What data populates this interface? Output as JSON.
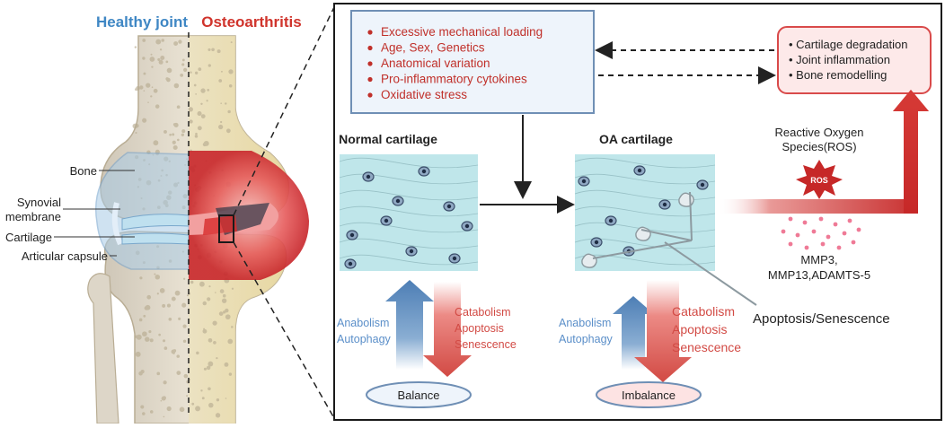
{
  "joint": {
    "healthy_label": "Healthy joint",
    "oa_label": "Osteoarthritis",
    "labels": [
      "Bone",
      "Synovial",
      "membrane",
      "Cartilage",
      "Articular capsule"
    ]
  },
  "factors": [
    "Excessive mechanical loading",
    "Age, Sex, Genetics",
    "Anatomical variation",
    "Pro-inflammatory cytokines",
    "Oxidative stress"
  ],
  "outcomes": [
    "Cartilage degradation",
    "Joint inflammation",
    "Bone remodelling"
  ],
  "normal": {
    "title": "Normal cartilage",
    "anabolic": [
      "Anabolism",
      "Autophagy"
    ],
    "catabolic": [
      "Catabolism",
      "Apoptosis",
      "Senescence"
    ],
    "state": "Balance"
  },
  "oa": {
    "title": "OA cartilage",
    "anabolic": [
      "Anabolism",
      "Autophagy"
    ],
    "catabolic": [
      "Catabolism",
      "Apoptosis",
      "Senescence"
    ],
    "state": "Imbalance"
  },
  "ros": {
    "label_line1": "Reactive Oxygen",
    "label_line2": "Species(ROS)",
    "badge": "ROS"
  },
  "mmp": {
    "line1": "MMP3,",
    "line2": "MMP13,ADAMTS-5"
  },
  "apoptosis_label": "Apoptosis/Senescence",
  "colors": {
    "factor_text": "#c0302a",
    "factor_box_fill": "#eef4fb",
    "factor_box_stroke": "#6f8fb5",
    "outcome_fill": "#fde9e9",
    "outcome_stroke": "#d94a4a",
    "healthy_title": "#3f87c4",
    "oa_title": "#d0342c",
    "anabolic": "#5b8fc9",
    "catabolic": "#d24a44",
    "tissue": "#bfe6ea",
    "ros_red": "#c62828"
  }
}
